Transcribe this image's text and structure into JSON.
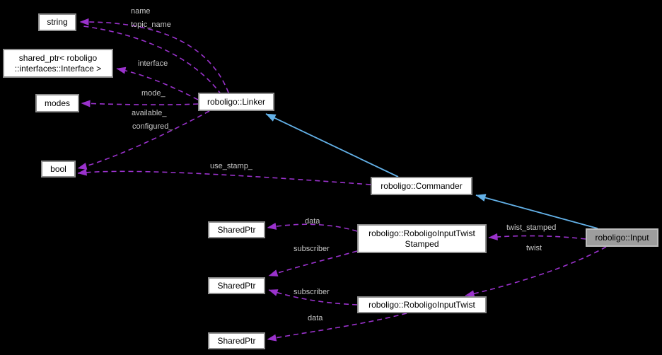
{
  "diagram": {
    "type": "collaboration-graph",
    "colors": {
      "background": "#000000",
      "node_fill": "#ffffff",
      "node_border": "#8e8e8e",
      "highlight_node_fill": "#9d9d9d",
      "dashed_edge": "#9a32cc",
      "solid_edge": "#63b1e8",
      "edge_label_text": "#c6c6c6",
      "node_text": "#000000"
    },
    "nodes": {
      "string": {
        "label": "string"
      },
      "sharedPtrInterface": {
        "line1": "shared_ptr< roboligo",
        "line2": "::interfaces::Interface >"
      },
      "modes": {
        "label": "modes"
      },
      "linker": {
        "label": "roboligo::Linker"
      },
      "bool": {
        "label": "bool"
      },
      "commander": {
        "label": "roboligo::Commander"
      },
      "sharedPtr1": {
        "label": "SharedPtr"
      },
      "inputTwistStamped": {
        "line1": "roboligo::RoboligoInputTwist",
        "line2": "Stamped"
      },
      "sharedPtr2": {
        "label": "SharedPtr"
      },
      "inputTwist": {
        "label": "roboligo::RoboligoInputTwist"
      },
      "sharedPtr3": {
        "label": "SharedPtr"
      },
      "input": {
        "label": "roboligo::Input"
      }
    },
    "edge_labels": {
      "name": "name",
      "topicName": "topic_name",
      "interface": "interface",
      "mode": "mode_",
      "available": "available_",
      "configured": "configured_",
      "useStamp": "use_stamp_",
      "dataStamped": "data",
      "subscriberStamped": "subscriber",
      "subscriberTwist": "subscriber",
      "dataTwist": "data",
      "twistStamped": "twist_stamped",
      "twist": "twist"
    }
  }
}
